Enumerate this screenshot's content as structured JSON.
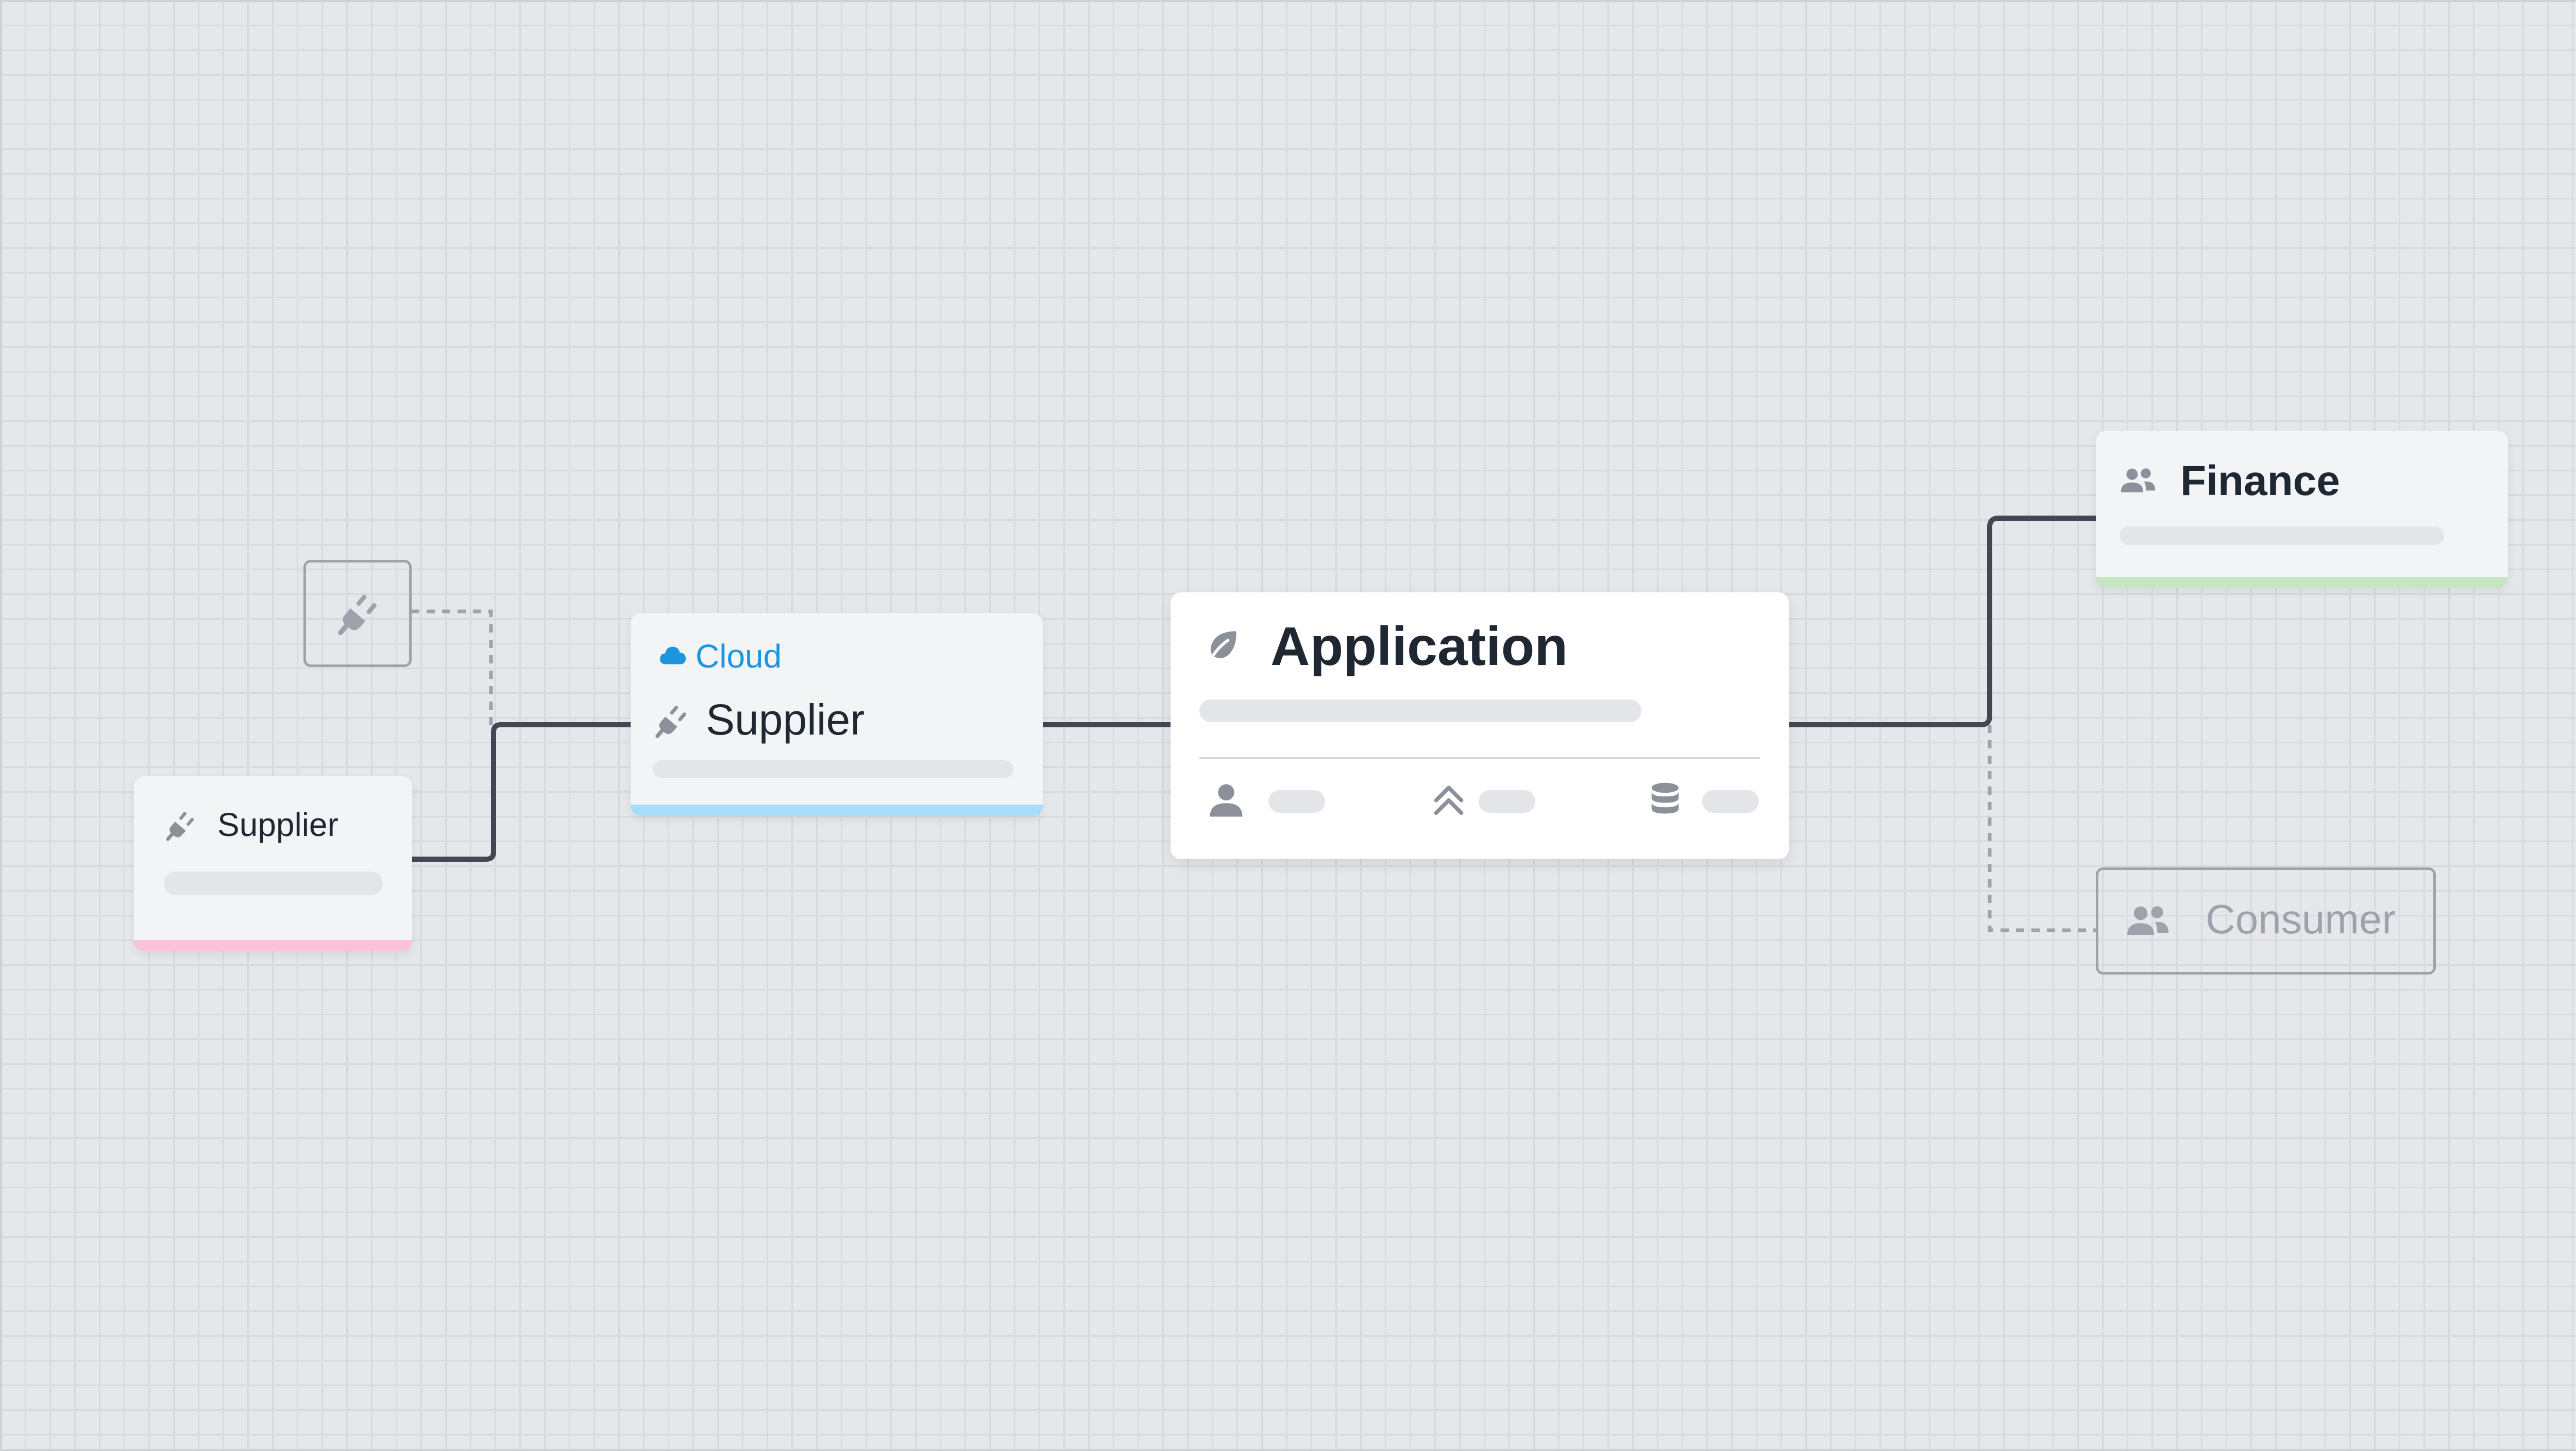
{
  "colors": {
    "canvas": "#e6e7eb",
    "grid": "#d7d9de",
    "edge": "#414753",
    "dashed_edge": "#9ea2ab",
    "pink_accent": "#f9c3d6",
    "blue_accent": "#a8dcfb",
    "green_accent": "#c6e6c3",
    "cloud_blue": "#1b95e0",
    "icon_gray": "#8c909a",
    "text_dark": "#1f2733",
    "text_muted": "#9ea2ab"
  },
  "nodes": {
    "plug_ghost": {
      "icon": "plug-icon"
    },
    "supplier_small": {
      "icon": "plug-icon",
      "label": "Supplier"
    },
    "supplier_cloud": {
      "tag_icon": "cloud-icon",
      "tag": "Cloud",
      "icon": "plug-icon",
      "label": "Supplier"
    },
    "application": {
      "icon": "leaf-icon",
      "title": "Application",
      "stats": [
        {
          "icon": "person-icon"
        },
        {
          "icon": "double-chevron-up-icon"
        },
        {
          "icon": "database-icon"
        }
      ]
    },
    "finance": {
      "icon": "users-icon",
      "label": "Finance"
    },
    "consumer": {
      "icon": "users-icon",
      "label": "Consumer"
    }
  }
}
